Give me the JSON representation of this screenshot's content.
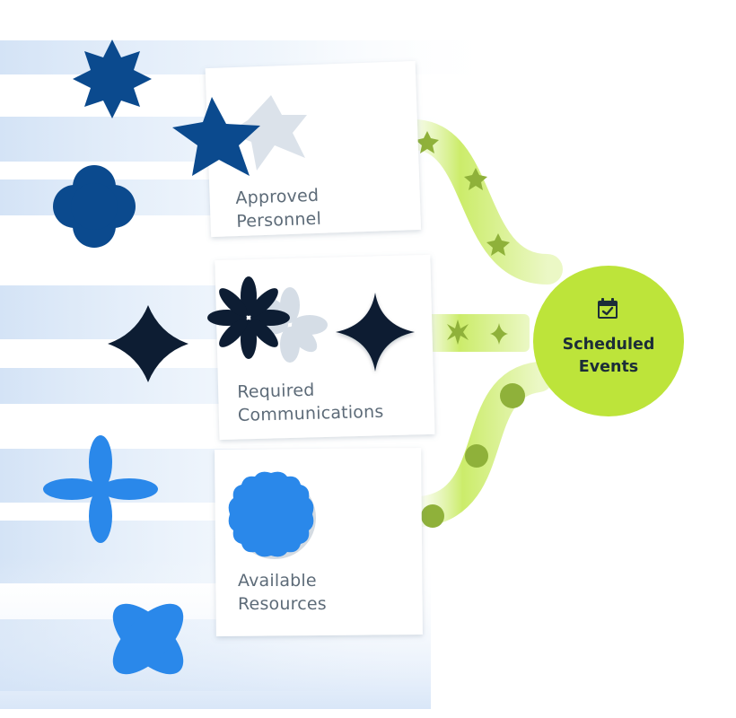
{
  "sources": [
    {
      "line1": "Approved",
      "line2": "Personnel"
    },
    {
      "line1": "Required",
      "line2": "Communications"
    },
    {
      "line1": "Available",
      "line2": "Resources"
    }
  ],
  "target": {
    "line1": "Scheduled",
    "line2": "Events",
    "icon": "calendar-check-icon"
  },
  "colors": {
    "navy_blue": "#0b4a8e",
    "dark_navy": "#0d1d33",
    "bright_blue": "#2a88ea",
    "lime": "#bde43a",
    "lime_light": "#d9f29a",
    "olive": "#8fb13a",
    "card_text": "#5d6b78",
    "hub_text": "#1c2d38"
  }
}
